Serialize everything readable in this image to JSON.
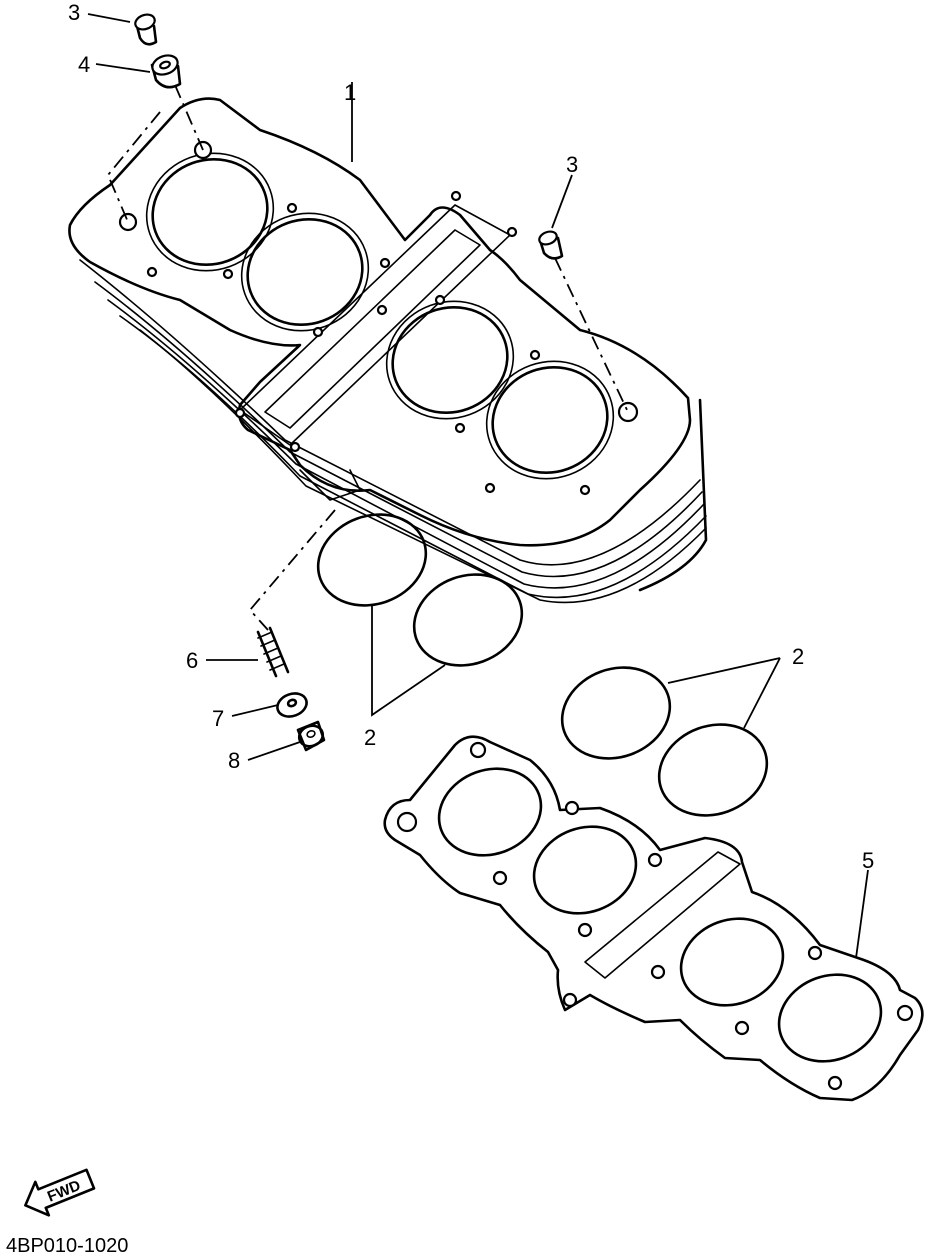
{
  "diagram": {
    "callouts": [
      {
        "id": "c3a",
        "label": "3"
      },
      {
        "id": "c4",
        "label": "4"
      },
      {
        "id": "c1",
        "label": "1"
      },
      {
        "id": "c3b",
        "label": "3"
      },
      {
        "id": "c6",
        "label": "6"
      },
      {
        "id": "c7",
        "label": "7"
      },
      {
        "id": "c8",
        "label": "8"
      },
      {
        "id": "c2a",
        "label": "2"
      },
      {
        "id": "c2b",
        "label": "2"
      },
      {
        "id": "c5",
        "label": "5"
      }
    ],
    "fwd_label": "FWD",
    "drawing_code": "4BP010-1020"
  }
}
